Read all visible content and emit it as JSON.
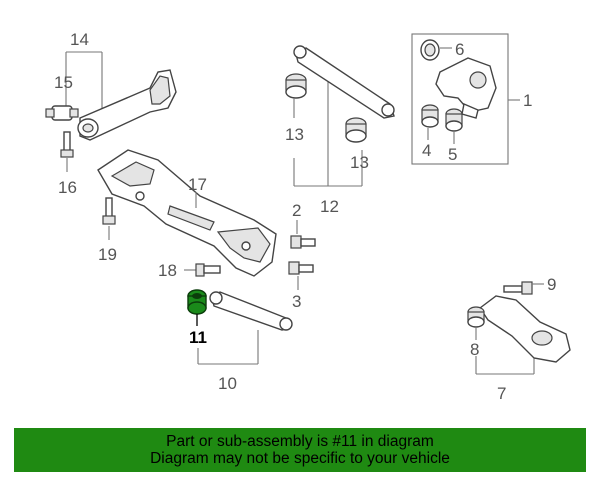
{
  "callouts": {
    "c1": "1",
    "c2": "2",
    "c3": "3",
    "c4": "4",
    "c5": "5",
    "c6": "6",
    "c7": "7",
    "c8": "8",
    "c9": "9",
    "c10": "10",
    "c11": "11",
    "c12": "12",
    "c13a": "13",
    "c13b": "13",
    "c14": "14",
    "c15": "15",
    "c16": "16",
    "c17": "17",
    "c18": "18",
    "c19": "19"
  },
  "highlighted_part": "11",
  "colors": {
    "banner_bg": "#1f8a12",
    "highlight_part": "#1a8a1a"
  },
  "banner": {
    "line1": "Part or sub-assembly is #11 in diagram",
    "line2": "Diagram may not be specific to your vehicle"
  }
}
